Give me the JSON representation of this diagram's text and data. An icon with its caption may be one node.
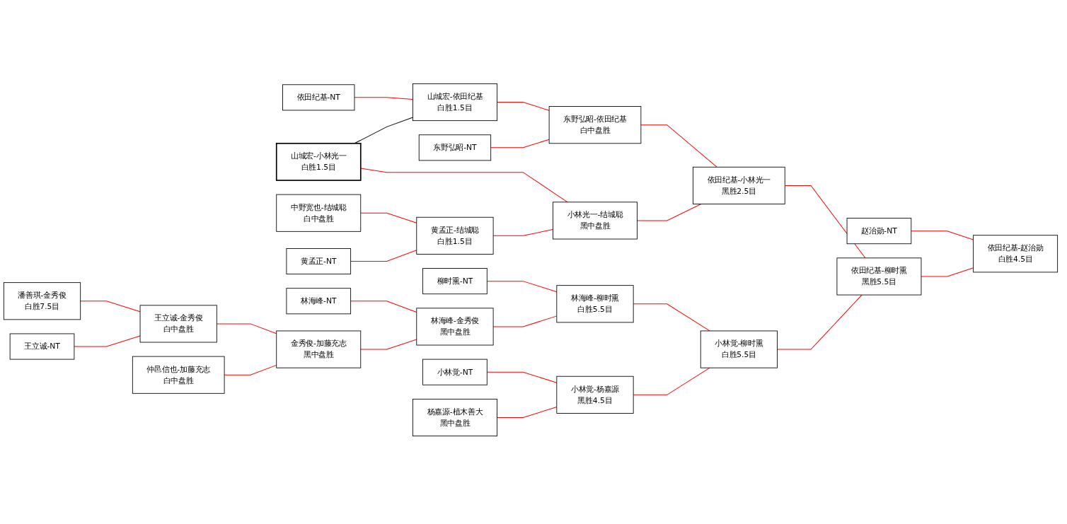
{
  "diagram": {
    "nodes": [
      {
        "text": [
          "潘善琪-金秀俊",
          "白胜7.5目"
        ]
      },
      {
        "text": [
          "王立诚-NT"
        ]
      },
      {
        "text": [
          "王立诚-金秀俊",
          "白中盘胜"
        ]
      },
      {
        "text": [
          "仲邑信也-加藤充志",
          "白中盘胜"
        ]
      },
      {
        "text": [
          "依田纪基-NT"
        ]
      },
      {
        "text": [
          "山城宏-小林光一",
          "白胜1.5目"
        ]
      },
      {
        "text": [
          "中野宽也-结城聪",
          "白中盘胜"
        ]
      },
      {
        "text": [
          "黄孟正-NT"
        ]
      },
      {
        "text": [
          "林海峰-NT"
        ]
      },
      {
        "text": [
          "金秀俊-加藤充志",
          "黑中盘胜"
        ]
      },
      {
        "text": [
          "山城宏-依田纪基",
          "白胜1.5目"
        ]
      },
      {
        "text": [
          "东野弘昭-NT"
        ]
      },
      {
        "text": [
          "黄孟正-结城聪",
          "白胜1.5目"
        ]
      },
      {
        "text": [
          "柳时熏-NT"
        ]
      },
      {
        "text": [
          "林海峰-金秀俊",
          "黑中盘胜"
        ]
      },
      {
        "text": [
          "小林觉-NT"
        ]
      },
      {
        "text": [
          "杨嘉源-植木善大",
          "黑中盘胜"
        ]
      },
      {
        "text": [
          "东野弘昭-依田纪基",
          "白中盘胜"
        ]
      },
      {
        "text": [
          "小林光一-结城聪",
          "黑中盘胜"
        ]
      },
      {
        "text": [
          "林海峰-柳时熏",
          "白胜5.5目"
        ]
      },
      {
        "text": [
          "小林觉-杨嘉源",
          "黑胜4.5目"
        ]
      },
      {
        "text": [
          "依田纪基-小林光一",
          "黑胜2.5目"
        ]
      },
      {
        "text": [
          "小林觉-柳时熏",
          "白胜5.5目"
        ]
      },
      {
        "text": [
          "赵治勋-NT"
        ]
      },
      {
        "text": [
          "依田纪基-柳时熏",
          "黑胜5.5目"
        ]
      },
      {
        "text": [
          "依田纪基-赵治勋",
          "白胜4.5目"
        ]
      }
    ],
    "edges": [
      {
        "from": 4,
        "to": 10,
        "arrow": "none"
      },
      {
        "from": 5,
        "to": 10,
        "arrow": "none",
        "color": "#000000"
      },
      {
        "from": 5,
        "to": 18,
        "arrow": "none"
      },
      {
        "from": 10,
        "to": 17,
        "arrow": "none"
      },
      {
        "from": 11,
        "to": 17,
        "arrow": "none"
      },
      {
        "from": 6,
        "to": 12,
        "arrow": "none"
      },
      {
        "from": 7,
        "to": 12,
        "arrow": "none"
      },
      {
        "from": 12,
        "to": 18,
        "arrow": "none"
      },
      {
        "from": 17,
        "to": 21,
        "arrow": "none"
      },
      {
        "from": 18,
        "to": 21,
        "arrow": "none"
      },
      {
        "from": 0,
        "to": 2,
        "arrow": "none"
      },
      {
        "from": 1,
        "to": 2,
        "arrow": "none"
      },
      {
        "from": 2,
        "to": 9,
        "arrow": "none"
      },
      {
        "from": 3,
        "to": 9,
        "arrow": "none"
      },
      {
        "from": 8,
        "to": 14,
        "arrow": "none"
      },
      {
        "from": 9,
        "to": 14,
        "arrow": "none"
      },
      {
        "from": 13,
        "to": 19,
        "arrow": "none"
      },
      {
        "from": 14,
        "to": 19,
        "arrow": "none"
      },
      {
        "from": 15,
        "to": 20,
        "arrow": "none"
      },
      {
        "from": 16,
        "to": 20,
        "arrow": "none"
      },
      {
        "from": 19,
        "to": 22,
        "arrow": "none"
      },
      {
        "from": 20,
        "to": 22,
        "arrow": "none"
      },
      {
        "from": 21,
        "to": 24,
        "arrow": "none"
      },
      {
        "from": 22,
        "to": 24,
        "arrow": "none"
      },
      {
        "from": 23,
        "to": 25,
        "arrow": "none"
      },
      {
        "from": 24,
        "to": 25,
        "arrow": "none"
      }
    ]
  }
}
